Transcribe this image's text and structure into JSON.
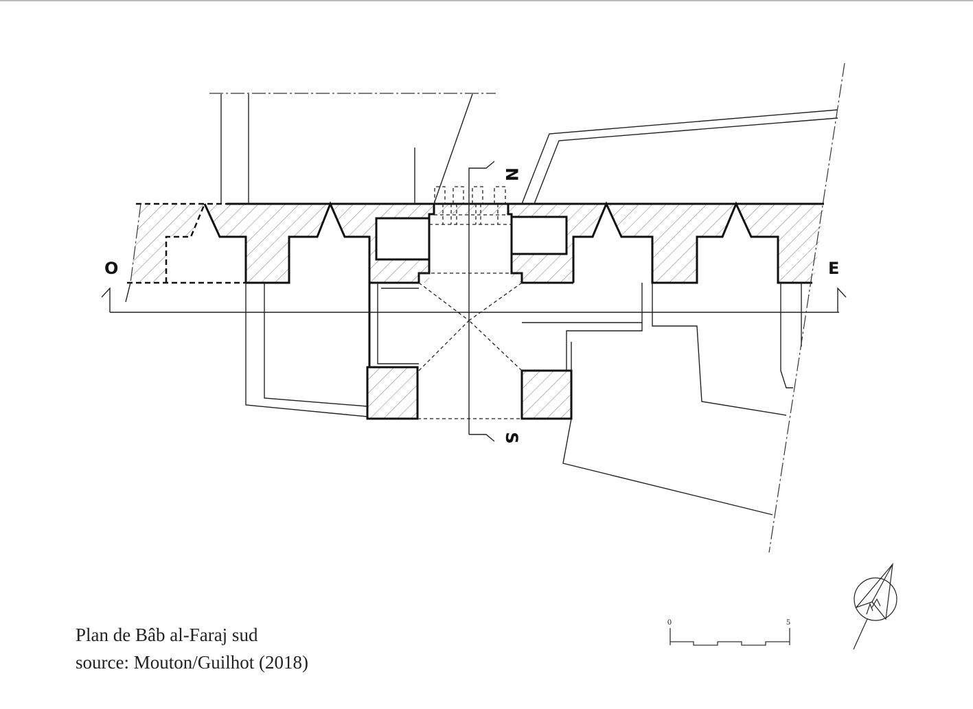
{
  "diagram": {
    "section_labels": {
      "north": "N",
      "south": "S",
      "west": "O",
      "east": "E"
    },
    "scale_bar": {
      "start": "0",
      "end": "5"
    },
    "caption": {
      "title": "Plan de Bâb al-Faraj sud",
      "source": "source: Mouton/Guilhot (2018)"
    },
    "colors": {
      "ink": "#111111",
      "hatch": "#555555"
    }
  }
}
